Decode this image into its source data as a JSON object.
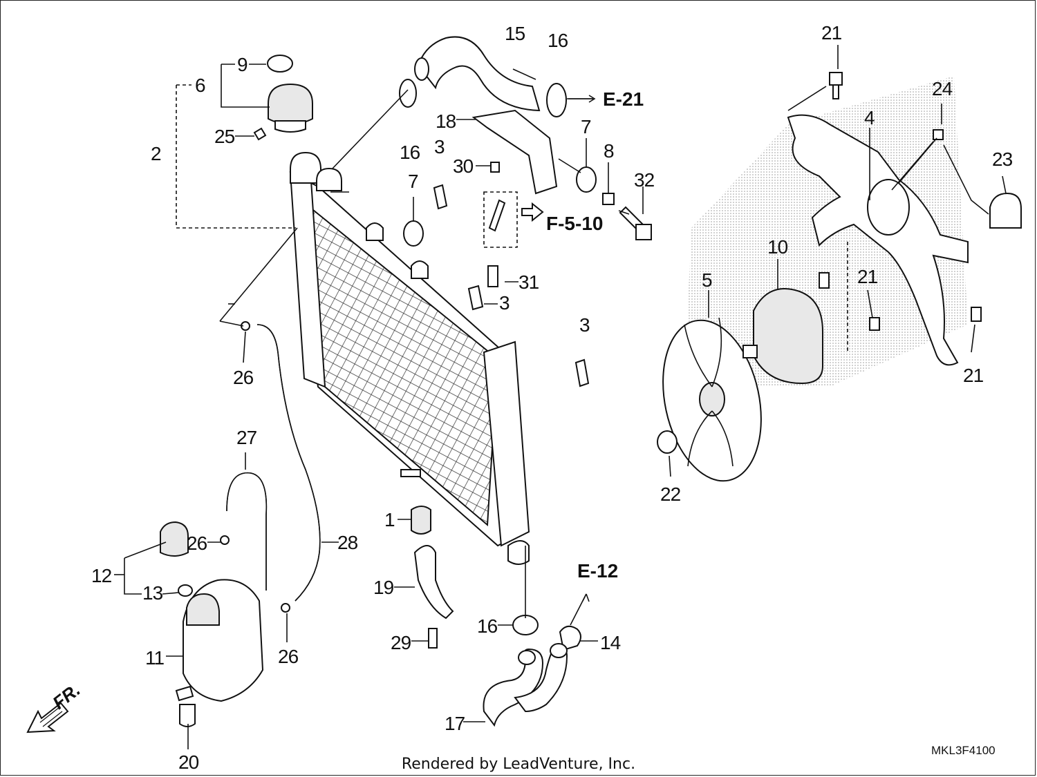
{
  "diagram_code": "MKL3F4100",
  "footer_text": "Rendered by LeadVenture, Inc.",
  "front_indicator": "FR.",
  "refs": {
    "e21": "E-21",
    "f510": "F-5-10",
    "e12": "E-12"
  },
  "callouts": {
    "c1": "1",
    "c2": "2",
    "c3a": "3",
    "c3b": "3",
    "c3c": "3",
    "c4": "4",
    "c5": "5",
    "c6": "6",
    "c7a": "7",
    "c7b": "7",
    "c8": "8",
    "c9": "9",
    "c10": "10",
    "c11": "11",
    "c12": "12",
    "c13": "13",
    "c14": "14",
    "c15": "15",
    "c16a": "16",
    "c16b": "16",
    "c16c": "16",
    "c17": "17",
    "c18": "18",
    "c19": "19",
    "c20": "20",
    "c21a": "21",
    "c21b": "21",
    "c21c": "21",
    "c22": "22",
    "c23": "23",
    "c24": "24",
    "c25": "25",
    "c26a": "26",
    "c26b": "26",
    "c26c": "26",
    "c27": "27",
    "c28": "28",
    "c29": "29",
    "c30": "30",
    "c31": "31",
    "c32": "32"
  }
}
